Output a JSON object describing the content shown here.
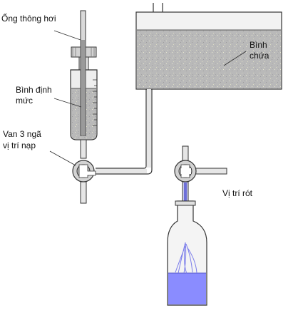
{
  "labels": {
    "vent_tube": "Ống thông hơi",
    "measuring_flask_line1": "Bình định",
    "measuring_flask_line2": "mức",
    "reservoir_line1": "Bình",
    "reservoir_line2": "chứa",
    "valve_fill_line1": "Van 3 ngã",
    "valve_fill_line2": "vị trí nạp",
    "pour_position": "Vị trí rót"
  },
  "colors": {
    "line": "#333333",
    "glass": "#e6e6e6",
    "liquid_gray": "#b9b9b9",
    "liquid_blue": "#8a8cff",
    "valve": "#d3d3d3"
  }
}
